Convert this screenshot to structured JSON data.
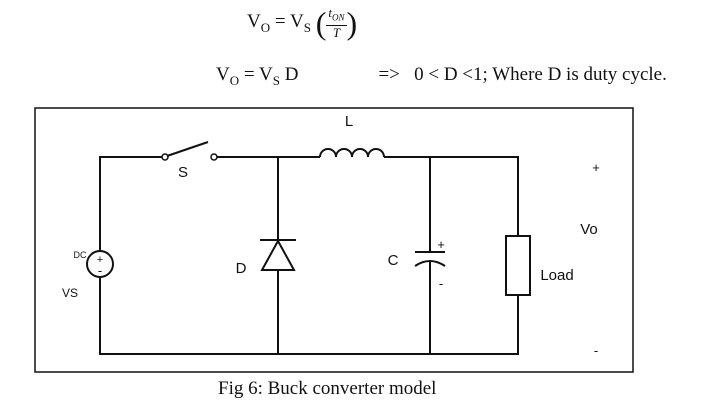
{
  "equations": {
    "eq1_lhs": "V",
    "eq1_lhs_sub": "O",
    "eq1_mid": " = V",
    "eq1_mid_sub": "S",
    "eq1_num": "t",
    "eq1_num_sub": "ON",
    "eq1_den": "T",
    "eq2_lhs": "V",
    "eq2_lhs_sub": "O",
    "eq2_mid": " = V",
    "eq2_mid_sub": "S",
    "eq2_rest": " D",
    "eq2_arrow": "=>",
    "eq2_condition": "0 < D <1; Where D is duty cycle."
  },
  "circuit": {
    "inductor_label": "L",
    "switch_label": "S",
    "diode_label": "D",
    "capacitor_label": "C",
    "cap_plus": "+",
    "cap_minus": "-",
    "source_type": "DC",
    "source_label": "VS",
    "source_plus": "+",
    "source_minus": "-",
    "load_label": "Load",
    "output_label": "Vo",
    "output_plus": "+",
    "output_minus": "-"
  },
  "caption": "Fig 6: Buck converter model"
}
